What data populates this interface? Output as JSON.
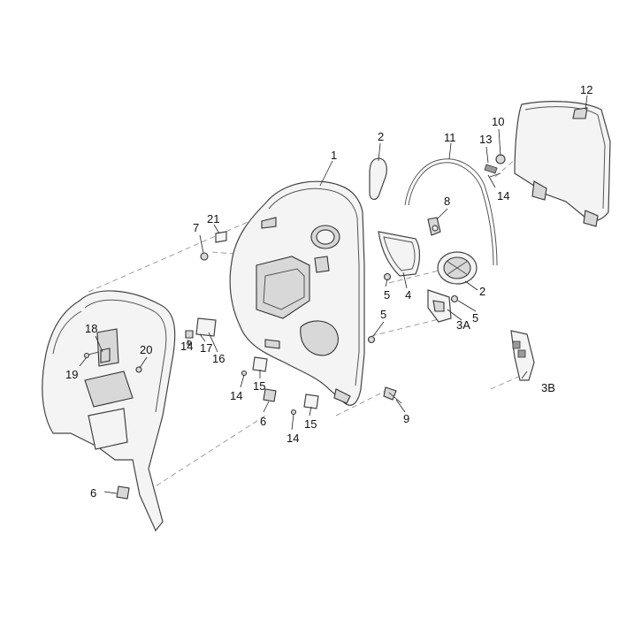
{
  "diagram": {
    "colors": {
      "line": "#444444",
      "fill": "#f4f4f4",
      "shade": "#9a9a9a",
      "text": "#111111"
    },
    "callouts": {
      "c1": "1",
      "c2a": "2",
      "c2b": "2",
      "c3a": "3A",
      "c3b": "3B",
      "c4": "4",
      "c5a": "5",
      "c5b": "5",
      "c5c": "5",
      "c6a": "6",
      "c6b": "6",
      "c7": "7",
      "c8": "8",
      "c9": "9",
      "c10": "10",
      "c11": "11",
      "c12": "12",
      "c13": "13",
      "c14a": "14",
      "c14b": "14",
      "c14c": "14",
      "c14d": "14",
      "c15a": "15",
      "c15b": "15",
      "c16": "16",
      "c17": "17",
      "c18": "18",
      "c19": "19",
      "c20": "20",
      "c21": "21"
    }
  }
}
